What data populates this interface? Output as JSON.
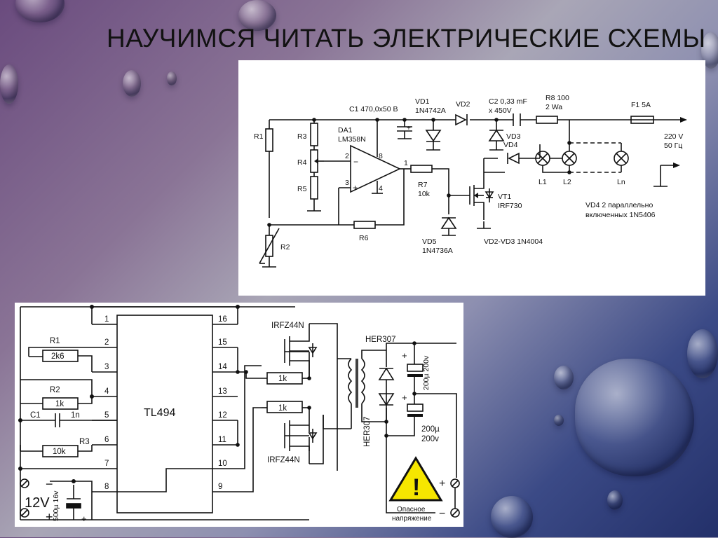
{
  "slide": {
    "title": "НАУЧИМСЯ ЧИТАТЬ ЭЛЕКТРИЧЕСКИЕ СХЕМЫ"
  },
  "schematic1": {
    "c1": "C1 470,0x50 B",
    "vd1": "VD1",
    "vd1_part": "1N4742A",
    "vd2": "VD2",
    "c2": "C2 0,33 mF",
    "c2_volt": "x 450V",
    "r8": "R8 100",
    "r8_w": "2 Wa",
    "f1": "F1 5A",
    "vd3": "VD3",
    "r1": "R1",
    "r3": "R3",
    "r4": "R4",
    "r5": "R5",
    "da1": "DA1",
    "da1_part": "LM358N",
    "pin2": "2",
    "pin3": "3",
    "pin8": "8",
    "pin4": "4",
    "pin1": "1",
    "r7": "R7",
    "r7_val": "10k",
    "vd4": "VD4",
    "vt1": "VT1",
    "vt1_part": "IRF730",
    "l1": "L1",
    "l2": "L2",
    "ln": "Ln",
    "mains": "220 V",
    "mains_freq": "50 Гц",
    "r6": "R6",
    "r2": "R2",
    "vd5": "VD5",
    "vd5_part": "1N4736A",
    "diodes_note": "VD2-VD3 1N4004",
    "vd4_note_1": "VD4 2 параллельно",
    "vd4_note_2": "включенных 1N5406"
  },
  "schematic2": {
    "ic": "TL494",
    "left_pins": [
      "1",
      "2",
      "3",
      "4",
      "5",
      "6",
      "7",
      "8"
    ],
    "right_pins": [
      "16",
      "15",
      "14",
      "13",
      "12",
      "11",
      "10",
      "9"
    ],
    "r1": "R1",
    "r1_val": "2k6",
    "r2": "R2",
    "r2_val": "1k",
    "c1": "C1",
    "c1_val": "1n",
    "r3": "R3",
    "r3_val": "10k",
    "gate_r1": "1k",
    "gate_r2": "1k",
    "fet_top": "IRFZ44N",
    "fet_bot": "IRFZ44N",
    "diode_top": "HER307",
    "diode_bot": "HER307",
    "cap_top": "200µ 200v",
    "cap_bot_1": "200µ",
    "cap_bot_2": "200v",
    "supply_v": "12V",
    "supply_cap": "500µ 16v",
    "minus": "−",
    "plus": "+",
    "out_plus": "+",
    "out_minus": "−",
    "warning_1": "Опасное",
    "warning_2": "напряжение",
    "warning_mark": "!"
  }
}
